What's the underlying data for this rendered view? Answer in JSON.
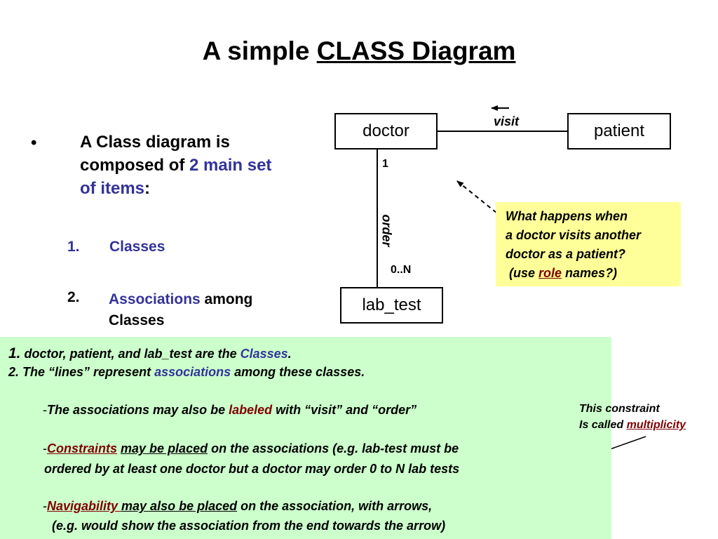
{
  "title": {
    "prefix": "A simple ",
    "underlined": "CLASS Diagram"
  },
  "bullet": {
    "dot": "•",
    "text_a": "A Class diagram is composed of ",
    "text_highlight": "2 main set of items",
    "text_end": ":"
  },
  "items": [
    {
      "number": "1.",
      "label": "Classes",
      "rest": ""
    },
    {
      "number": "2.",
      "label": "Associations",
      "rest": " among Classes"
    }
  ],
  "diagram": {
    "classes": {
      "doctor": "doctor",
      "patient": "patient",
      "lab_test": "lab_test"
    },
    "association_visit": "visit",
    "association_order": "order",
    "multiplicity_doctor": "1",
    "multiplicity_lab_test": "0..N"
  },
  "note": {
    "line1": "What happens when",
    "line2": "a doctor visits another",
    "line3": "doctor as a patient?",
    "line4_a": " (use ",
    "line4_role": "role",
    "line4_b": " names?)"
  },
  "panel": {
    "l1_num": "1.",
    "l1_a": " doctor, patient, and lab_test are the ",
    "l1_classes": "Classes",
    "l1_end": ".",
    "l2_a": "2. The “lines” represent ",
    "l2_assoc": "associations",
    "l2_end": " among these classes.",
    "l3_dash": "-",
    "l3_a": "The associations may also be ",
    "l3_labeled": "labeled",
    "l3_end": " with “visit” and “order”",
    "l4_dash": "-",
    "l4_constraints": "Constraints",
    "l4_space": " ",
    "l4_placed": "may be placed",
    "l4_end": " on the associations (e.g. lab-test must be",
    "l5": "ordered by at least one doctor but a doctor may order 0 to N lab tests",
    "l6_dash": "-",
    "l6_nav": "Navigability ",
    "l6_placed": "may also be placed",
    "l6_end": " on the association, with arrows,",
    "l7": "(e.g.  would show the association from the end towards the arrow)"
  },
  "side_note": {
    "line1": "This constraint",
    "line2_a": "Is called ",
    "line2_term": "multiplicity"
  },
  "colors": {
    "blue": "#333399",
    "maroon": "#800000",
    "green_panel": "#ccffcc",
    "yellow_note": "#ffff99"
  }
}
